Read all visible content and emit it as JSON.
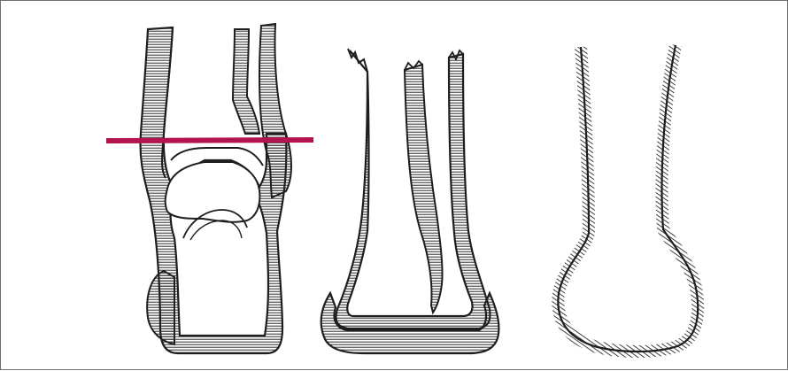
{
  "figure": {
    "panels": [
      {
        "id": "panel-1",
        "subject": "ankle-with-cut-line"
      },
      {
        "id": "panel-2",
        "subject": "remaining-tibia-fibula-shell"
      },
      {
        "id": "panel-3",
        "subject": "limb-stump-outline"
      }
    ],
    "colors": {
      "ink": "#1e1e1e",
      "hatch": "#2a2a2a",
      "cut_line": "#b3134f",
      "background": "#ffffff",
      "frame": "#6f6f6f"
    }
  }
}
